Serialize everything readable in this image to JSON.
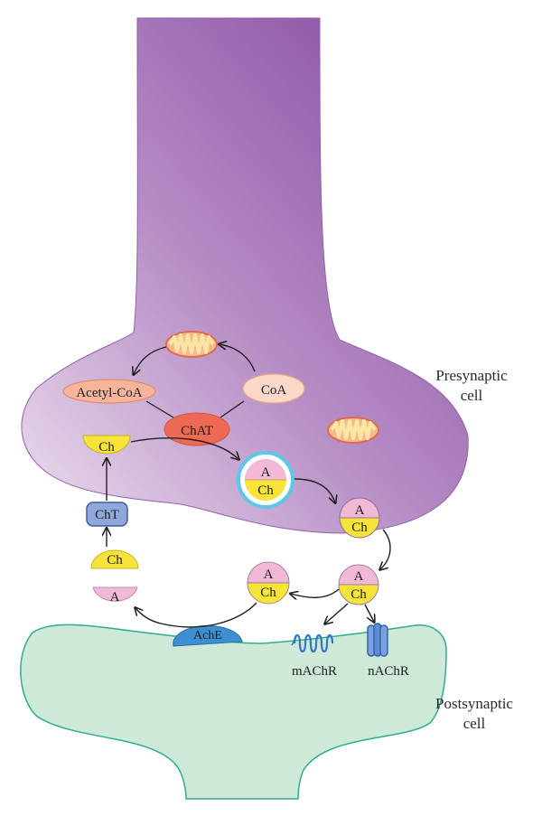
{
  "labels": {
    "presynaptic_line1": "Presynaptic",
    "presynaptic_line2": "cell",
    "postsynaptic_line1": "Postsynaptic",
    "postsynaptic_line2": "cell",
    "acetyl_coa": "Acetyl-CoA",
    "coa": "CoA",
    "chat": "ChAT",
    "cht": "ChT",
    "ache": "AchE",
    "machr": "mAChR",
    "nachr": "nAChR",
    "ch": "Ch",
    "a": "A"
  },
  "colors": {
    "presynaptic_dark": "#8b4fa3",
    "presynaptic_light": "#e3cfe6",
    "postsynaptic_fill": "#cfe9d9",
    "postsynaptic_stroke": "#2fae8c",
    "choline_yellow": "#f7e339",
    "acetyl_pink": "#f2b9d6",
    "chat_red": "#ec6a53",
    "acetyl_coa_salmon": "#f6b49b",
    "coa_peach": "#fcd8c8",
    "cht_blue": "#8fa8d9",
    "ache_blue": "#3d8fd0",
    "receptor_blue": "#2f78c4",
    "vesicle_ring": "#5dc7ea"
  }
}
